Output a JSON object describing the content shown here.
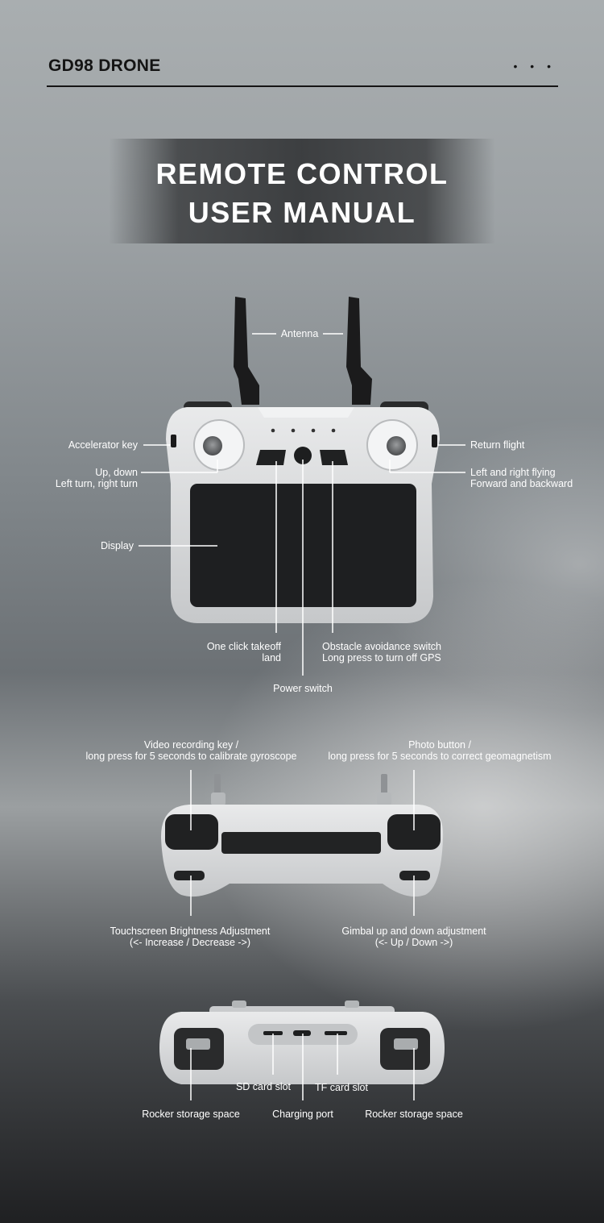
{
  "header": {
    "title": "GD98 DRONE",
    "menu_dots": "• • •"
  },
  "banner": {
    "line1": "REMOTE CONTROL",
    "line2": "USER MANUAL"
  },
  "front": {
    "antenna": "Antenna",
    "accelerator": "Accelerator key",
    "left_stick_1": "Up, down",
    "left_stick_2": "Left turn, right turn",
    "display": "Display",
    "return_flight": "Return flight",
    "right_stick_1": "Left and right flying",
    "right_stick_2": "Forward and backward",
    "takeoff_1": "One click takeoff",
    "takeoff_2": "land",
    "obstacle_1": "Obstacle avoidance switch",
    "obstacle_2": "Long press to turn off GPS",
    "power": "Power switch"
  },
  "top_view": {
    "video_1": "Video recording key /",
    "video_2": "long press for 5 seconds to calibrate gyroscope",
    "photo_1": "Photo button /",
    "photo_2": "long press for 5 seconds to correct geomagnetism",
    "brightness_1": "Touchscreen Brightness Adjustment",
    "brightness_2": "(<- Increase / Decrease ->)",
    "gimbal_1": "Gimbal up and down adjustment",
    "gimbal_2": "(<- Up / Down ->)"
  },
  "bottom_view": {
    "sd": "SD card slot",
    "tf": "TF card slot",
    "rocker_left": "Rocker storage space",
    "charging": "Charging port",
    "rocker_right": "Rocker storage space"
  },
  "colors": {
    "label": "#ffffff",
    "controller_body": "#dcdee0",
    "screen": "#1e1f21"
  }
}
